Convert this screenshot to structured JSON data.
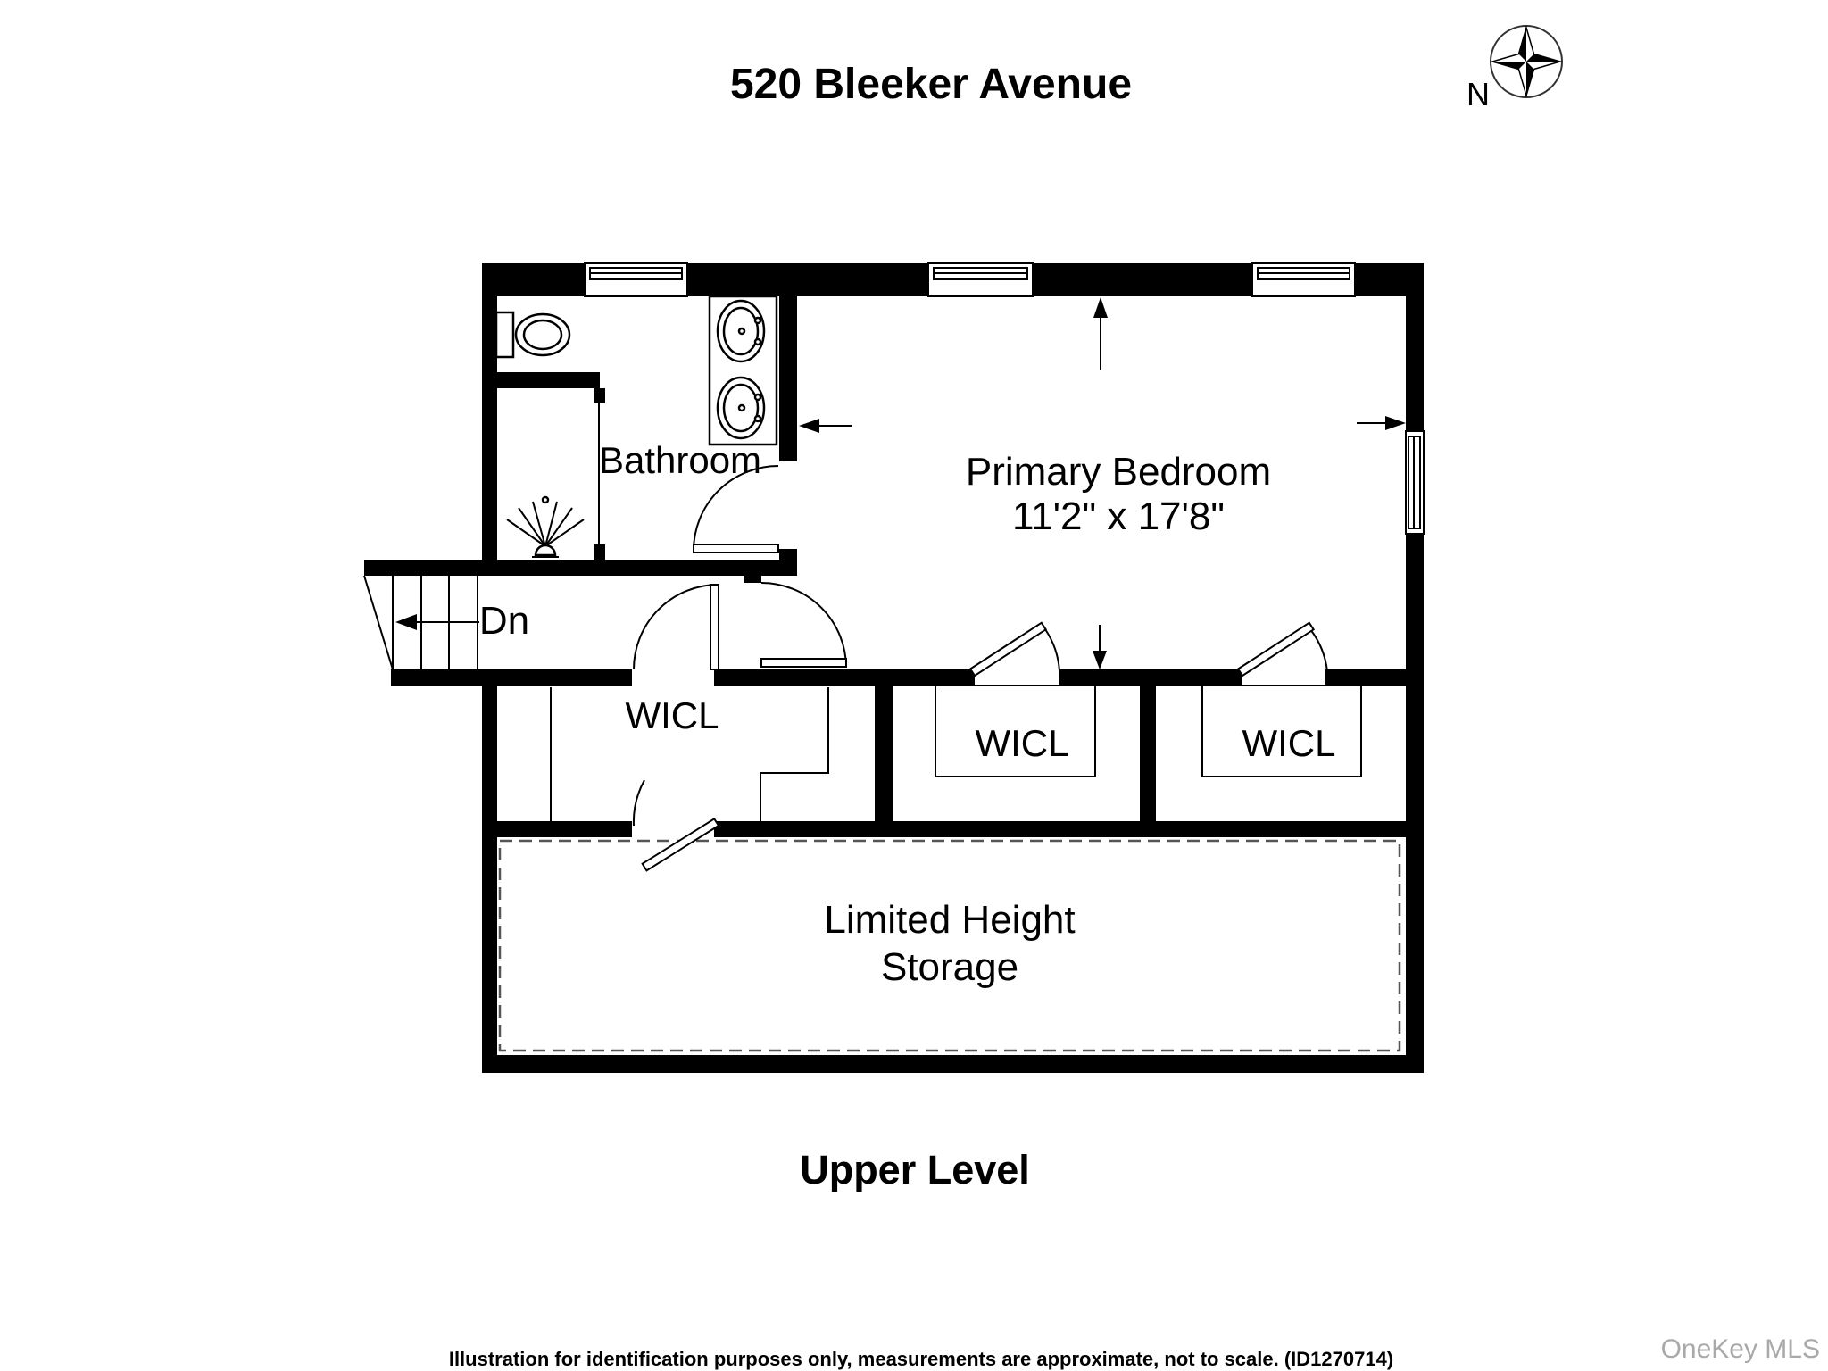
{
  "title": "520 Bleeker Avenue",
  "compass": {
    "north_label": "N"
  },
  "rooms": {
    "bathroom": {
      "label": "Bathroom"
    },
    "primary_bedroom": {
      "label": "Primary Bedroom",
      "dimensions": "11'2\" x 17'8\""
    },
    "stairs": {
      "label": "Dn"
    },
    "wicl_left": {
      "label": "WICL"
    },
    "wicl_middle": {
      "label": "WICL"
    },
    "wicl_right": {
      "label": "WICL"
    },
    "storage": {
      "label_line1": "Limited Height",
      "label_line2": "Storage"
    }
  },
  "level_label": "Upper Level",
  "footer": {
    "disclaimer": "Illustration for identification purposes only, measurements are approximate, not to scale. (ID1270714)"
  },
  "watermark": "OneKey MLS",
  "colors": {
    "wall": "#000000",
    "background": "#ffffff",
    "watermark": "#a9a9a9"
  }
}
